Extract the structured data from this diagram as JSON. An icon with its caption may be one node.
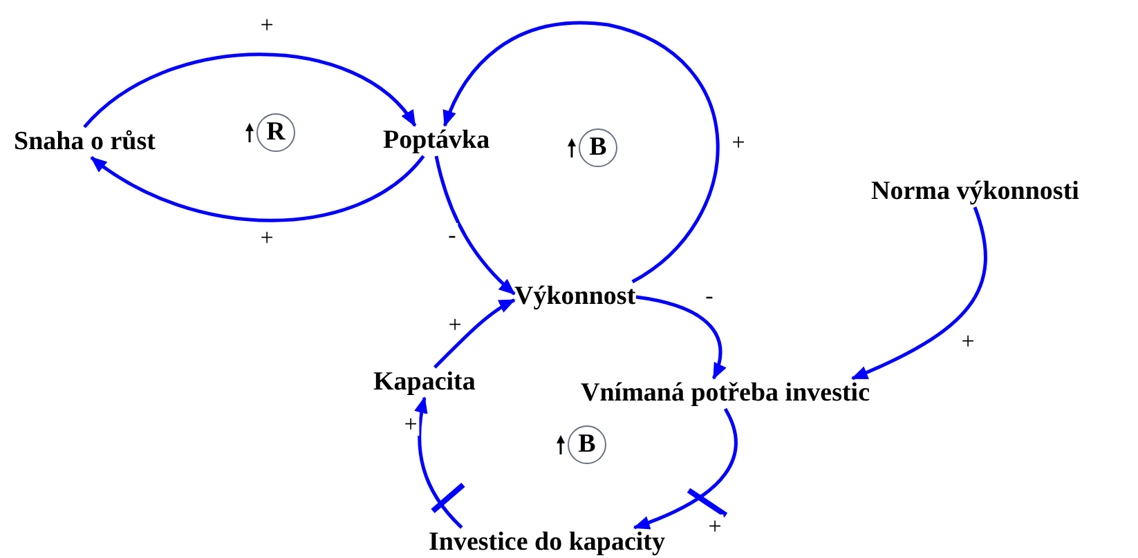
{
  "diagram": {
    "nodes": [
      {
        "text": [
          "Snaha o růst"
        ]
      },
      {
        "text": [
          "Poptávka"
        ]
      },
      {
        "text": [
          "Výkonnost"
        ]
      },
      {
        "text": [
          "Norma výkonnosti"
        ]
      },
      {
        "text": [
          "Vnímaná potřeba investic"
        ]
      },
      {
        "text": [
          "Kapacita"
        ]
      },
      {
        "text": [
          "Investice do kapacity"
        ]
      }
    ],
    "edges": [
      {
        "from": 0,
        "to": 1,
        "arrow": "to",
        "label": "+"
      },
      {
        "from": 1,
        "to": 0,
        "arrow": "to",
        "label": "+"
      },
      {
        "from": 2,
        "to": 1,
        "arrow": "to",
        "label": "+"
      },
      {
        "from": 1,
        "to": 2,
        "arrow": "to",
        "label": "-"
      },
      {
        "from": 2,
        "to": 4,
        "arrow": "to",
        "label": "-"
      },
      {
        "from": 3,
        "to": 4,
        "arrow": "to",
        "label": "+"
      },
      {
        "from": 4,
        "to": 6,
        "arrow": "to",
        "label": "+"
      },
      {
        "from": 6,
        "to": 5,
        "arrow": "to",
        "label": "+"
      },
      {
        "from": 5,
        "to": 2,
        "arrow": "to",
        "label": "+"
      }
    ],
    "labels": [
      "R",
      "B",
      "B"
    ]
  }
}
